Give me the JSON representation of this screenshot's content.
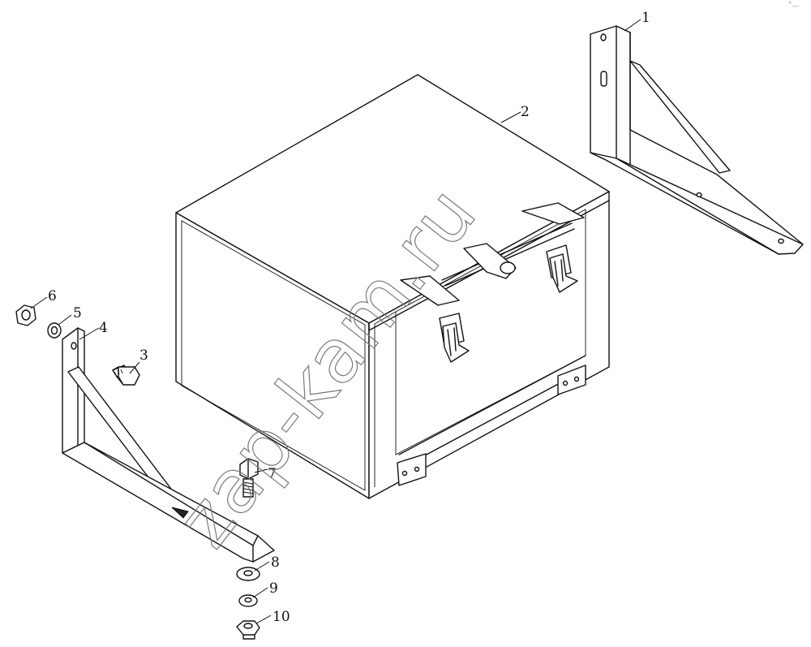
{
  "watermark": "zap-kam.ru",
  "corner_mark": "˚—",
  "callouts": {
    "c1": "1",
    "c2": "2",
    "c3": "3",
    "c4": "4",
    "c5": "5",
    "c6": "6",
    "c7": "7",
    "c8": "8",
    "c9": "9",
    "c10": "10"
  },
  "colors": {
    "line": "#111111",
    "watermark": "#7a7a7a",
    "background": "#ffffff"
  }
}
